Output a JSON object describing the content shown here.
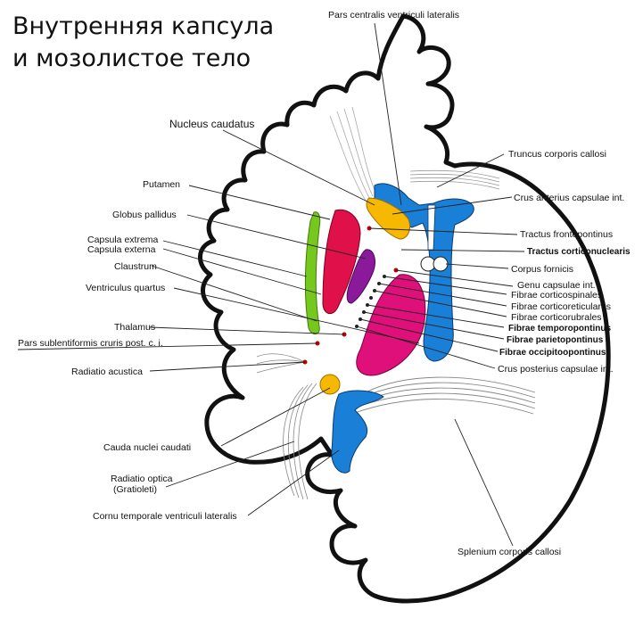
{
  "title": {
    "line1": "Внутренняя капсула",
    "line2": "и мозолистое тело"
  },
  "labels": {
    "pars_centralis": "Pars centralis ventriculi lateralis",
    "nucleus_caudatus": "Nucleus caudatus",
    "truncus": "Truncus corporis callosi",
    "putamen": "Putamen",
    "crus_anterius": "Crus anterius capsulae int.",
    "globus_pallidus": "Globus pallidus",
    "tractus_frontopontinus": "Tractus frontopontinus",
    "capsula_extrema": "Capsula extrema",
    "tractus_corticonuclearis": "Tractus corticonuclearis",
    "capsula_externa": "Capsula externa",
    "claustrum": "Claustrum",
    "corpus_fornicis": "Corpus fornicis",
    "genu": "Genu capsulae int.",
    "ventriculus_quartus": "Ventriculus quartus",
    "fibrae_corticospinales": "Fibrae corticospinales",
    "fibrae_corticoreticulares": "Fibrae corticoreticulares",
    "fibrae_corticorubrales": "Fibrae corticorubrales",
    "thalamus": "Thalamus",
    "fibrae_temporopontinus": "Fibrae temporopontinus",
    "fibrae_parietopontinus": "Fibrae parietopontinus",
    "pars_sublentiformis": "Pars sublentiformis cruris post. c. i.",
    "fibrae_occipitoopontinus": "Fibrae occipitoopontinus",
    "radiatio_acustica": "Radiatio acustica",
    "crus_posterius": "Crus posterius capsulae int.",
    "cauda": "Cauda nuclei caudati",
    "radiatio_optica_1": "Radiatio optica",
    "radiatio_optica_2": "(Gratioleti)",
    "cornu_temporale": "Cornu temporale ventriculi lateralis",
    "splenium": "Splenium corporis callosi"
  },
  "colors": {
    "ventricle": "#1a7fd6",
    "caudate": "#f6b800",
    "putamen": "#e0104a",
    "globus_pallidus": "#8a1a9a",
    "claustrum": "#77c81e",
    "thalamus": "#e0107a",
    "marker": "#c00000"
  }
}
